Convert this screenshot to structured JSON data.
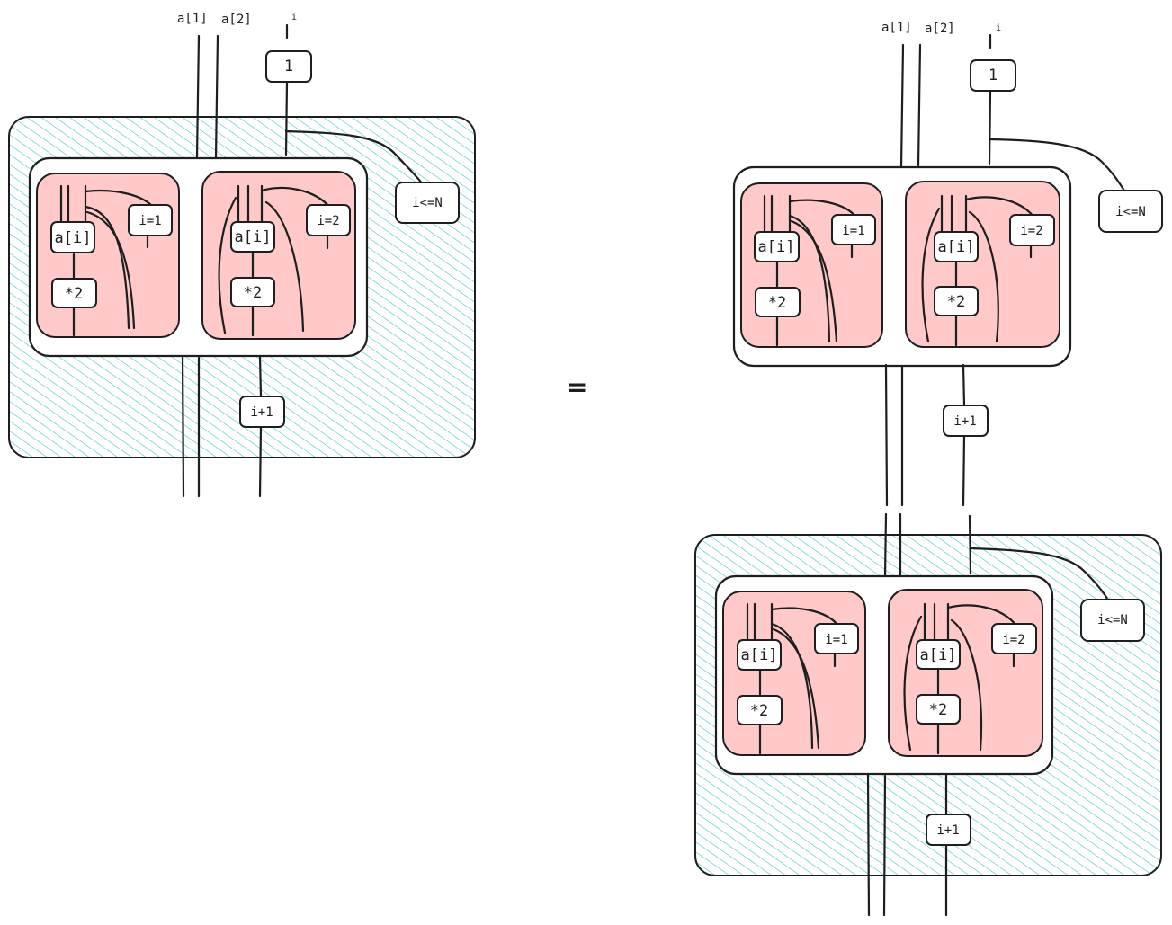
{
  "colors": {
    "hatch": "#4fc9cf",
    "pink": "#ffc9c9",
    "stroke": "#1e1e1e"
  },
  "left": {
    "input_a1": "a[1]",
    "input_a2": "a[2]",
    "input_i": "i",
    "init": "1",
    "cond": "i<=N",
    "inc": "i+1",
    "branch1": {
      "read": "a[i]",
      "op": "*2",
      "guard": "i=1"
    },
    "branch2": {
      "read": "a[i]",
      "op": "*2",
      "guard": "i=2"
    }
  },
  "equals": "=",
  "right": {
    "input_a1": "a[1]",
    "input_a2": "a[2]",
    "input_i": "i",
    "init": "1",
    "cond_top": "i<=N",
    "inc_top": "i+1",
    "branch1_top": {
      "read": "a[i]",
      "op": "*2",
      "guard": "i=1"
    },
    "branch2_top": {
      "read": "a[i]",
      "op": "*2",
      "guard": "i=2"
    },
    "cond_bottom": "i<=N",
    "inc_bottom": "i+1",
    "branch1_bottom": {
      "read": "a[i]",
      "op": "*2",
      "guard": "i=1"
    },
    "branch2_bottom": {
      "read": "a[i]",
      "op": "*2",
      "guard": "i=2"
    }
  }
}
